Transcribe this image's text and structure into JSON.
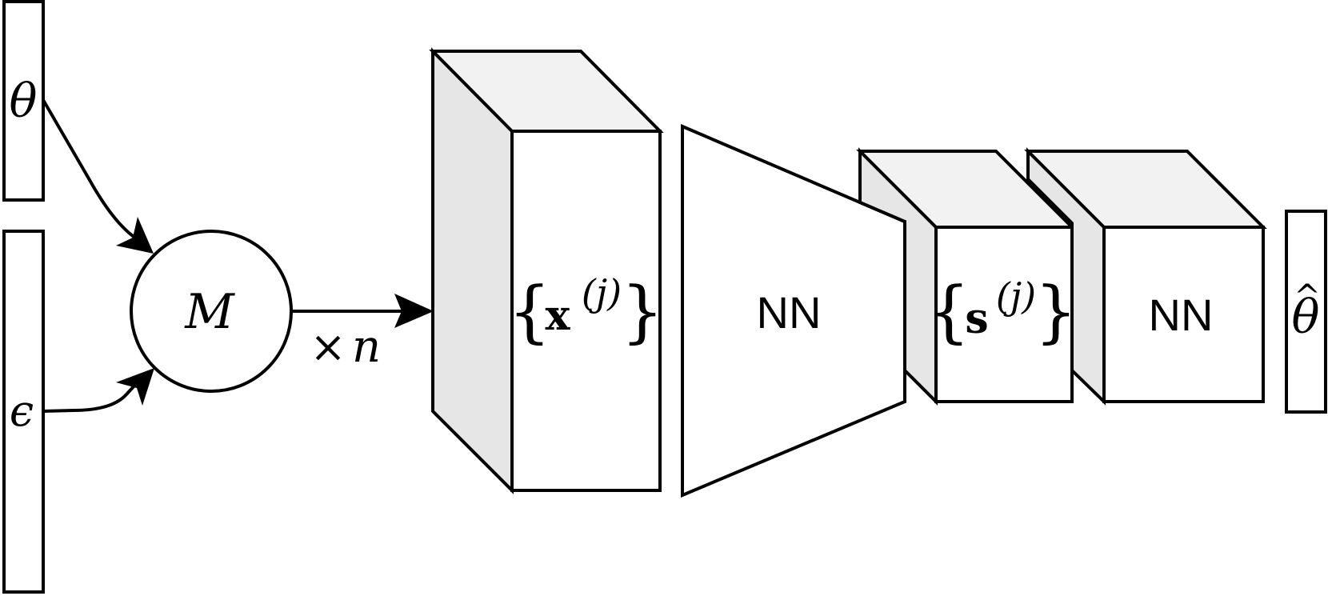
{
  "inputs": {
    "theta": "θ",
    "epsilon": "ϵ"
  },
  "model": {
    "label": "M",
    "repeat_times": "×",
    "repeat_var": "n"
  },
  "data_block": {
    "open_brace": "{",
    "symbol": "x",
    "superscript": "(j)",
    "close_brace": "}"
  },
  "network_1": {
    "label": "NN"
  },
  "summary_block": {
    "open_brace": "{",
    "symbol": "s",
    "superscript": "(j)",
    "close_brace": "}"
  },
  "network_2": {
    "label": "NN"
  },
  "output": {
    "theta_hat": "θ",
    "hat": "^"
  }
}
